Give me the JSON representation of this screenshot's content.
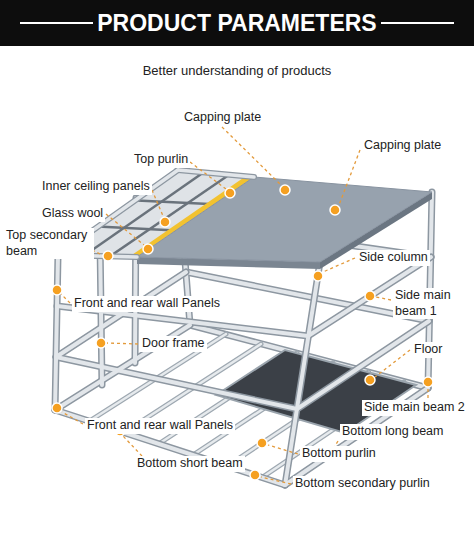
{
  "diagram": {
    "title": "PRODUCT PARAMETERS",
    "labels": [
      "Better understanding of products",
      "Capping plate",
      "Top purlin",
      "Capping plate",
      "Inner ceiling panels",
      "Glass wool",
      "Top secondary beam",
      "Side column",
      "Front and rear wall Panels",
      "Side main beam 1",
      "Door frame",
      "Floor",
      "Side main beam 2",
      "Front and rear wall Panels",
      "Bottom long beam",
      "Bottom short beam",
      "Bottom purlin",
      "Bottom secondary purlin"
    ]
  }
}
